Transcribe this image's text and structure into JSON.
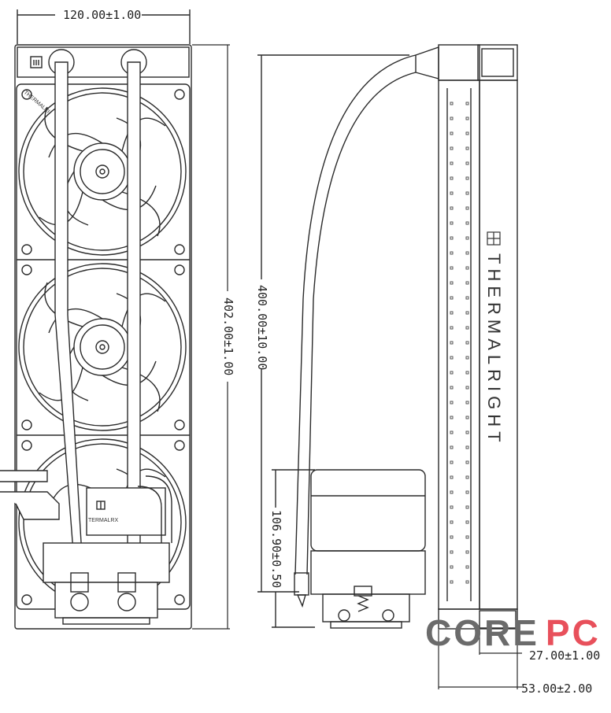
{
  "dimensions": {
    "width_front": "120.00±1.00",
    "height_front": "402.00±1.00",
    "tube_length": "400.00±10.00",
    "pump_height": "106.90±0.50",
    "rad_thickness": "27.00±1.00",
    "total_thickness": "53.00±2.00"
  },
  "brand_side": "THERMALRIGHT",
  "brand_front": "THERMALRI",
  "brand_pump": "TERMALRX",
  "watermark": {
    "part1": "CORE",
    "part2": "PC",
    "color1": "#6b6b6b",
    "color2": "#e8505b"
  },
  "colors": {
    "line": "#2a2a2a",
    "fill": "#ffffff"
  }
}
